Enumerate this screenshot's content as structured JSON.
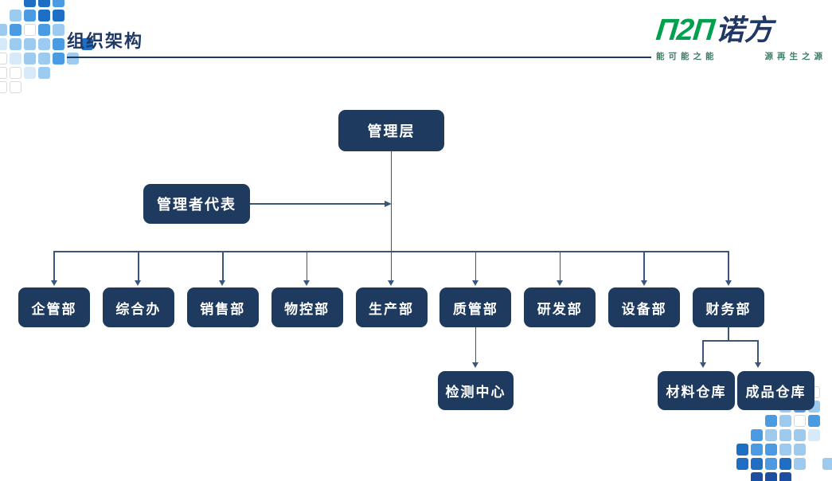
{
  "header": {
    "title": "组织架构",
    "logo": {
      "letters": "Π2Π",
      "brand": "诺方",
      "tagline_left": "能可能之能",
      "tagline_right": "源再生之源"
    }
  },
  "org_chart": {
    "root": "管理层",
    "representative": "管理者代表",
    "departments": [
      "企管部",
      "综合办",
      "销售部",
      "物控部",
      "生产部",
      "质管部",
      "研发部",
      "设备部",
      "财务部"
    ],
    "children": {
      "quality_sub": "检测中心",
      "finance_sub_material": "材料仓库",
      "finance_sub_finished": "成品仓库"
    }
  },
  "colors": {
    "navy": "#1f3864",
    "box": "#1f3a5f",
    "line": "#3a567c",
    "green": "#00a14e",
    "tagline": "#3f7d65"
  },
  "decor": {
    "palette": {
      "d": "#1e6fc4",
      "m": "#4a9be2",
      "l": "#9dcbf0",
      "p": "#d7eafa",
      "w": "#ffffff",
      "n": "#1c4f9f"
    },
    "top_left": [
      "..ddm..",
      ".lmdd..",
      "lmwml..",
      "plllm.d",
      "wpllml.",
      "wwpl...",
      "ww....."
    ],
    "bottom_right": [
      "....ww.",
      "...lml.",
      "..mlwm.",
      ".mlllp.",
      "dmmll..",
      "ddmdl.l",
      ".nnn..."
    ]
  }
}
